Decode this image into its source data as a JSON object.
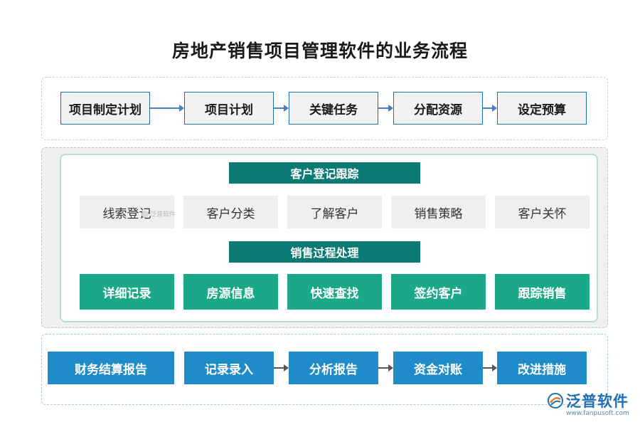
{
  "title": "房地产销售项目管理软件的业务流程",
  "section1": {
    "steps": [
      "项目制定计划",
      "项目计划",
      "关键任务",
      "分配资源",
      "设定预算"
    ]
  },
  "section2": {
    "header1": "客户登记跟踪",
    "row1": [
      "线索登记",
      "客户分类",
      "了解客户",
      "销售策略",
      "客户关怀"
    ],
    "header2": "销售过程处理",
    "row2": [
      "详细记录",
      "房源信息",
      "快速查找",
      "签约客户",
      "跟踪销售"
    ]
  },
  "section3": {
    "steps": [
      "财务结算报告",
      "记录录入",
      "分析报告",
      "资金对账",
      "改进措施"
    ]
  },
  "watermark": {
    "small_text": "泛普软件",
    "logo_text": "泛普软件",
    "logo_url": "www.fanpusoft.com"
  },
  "colors": {
    "header_teal": "#0b7a72",
    "green": "#1aa889",
    "blue": "#1f8bc9",
    "step_border": "#1e6fa8"
  }
}
